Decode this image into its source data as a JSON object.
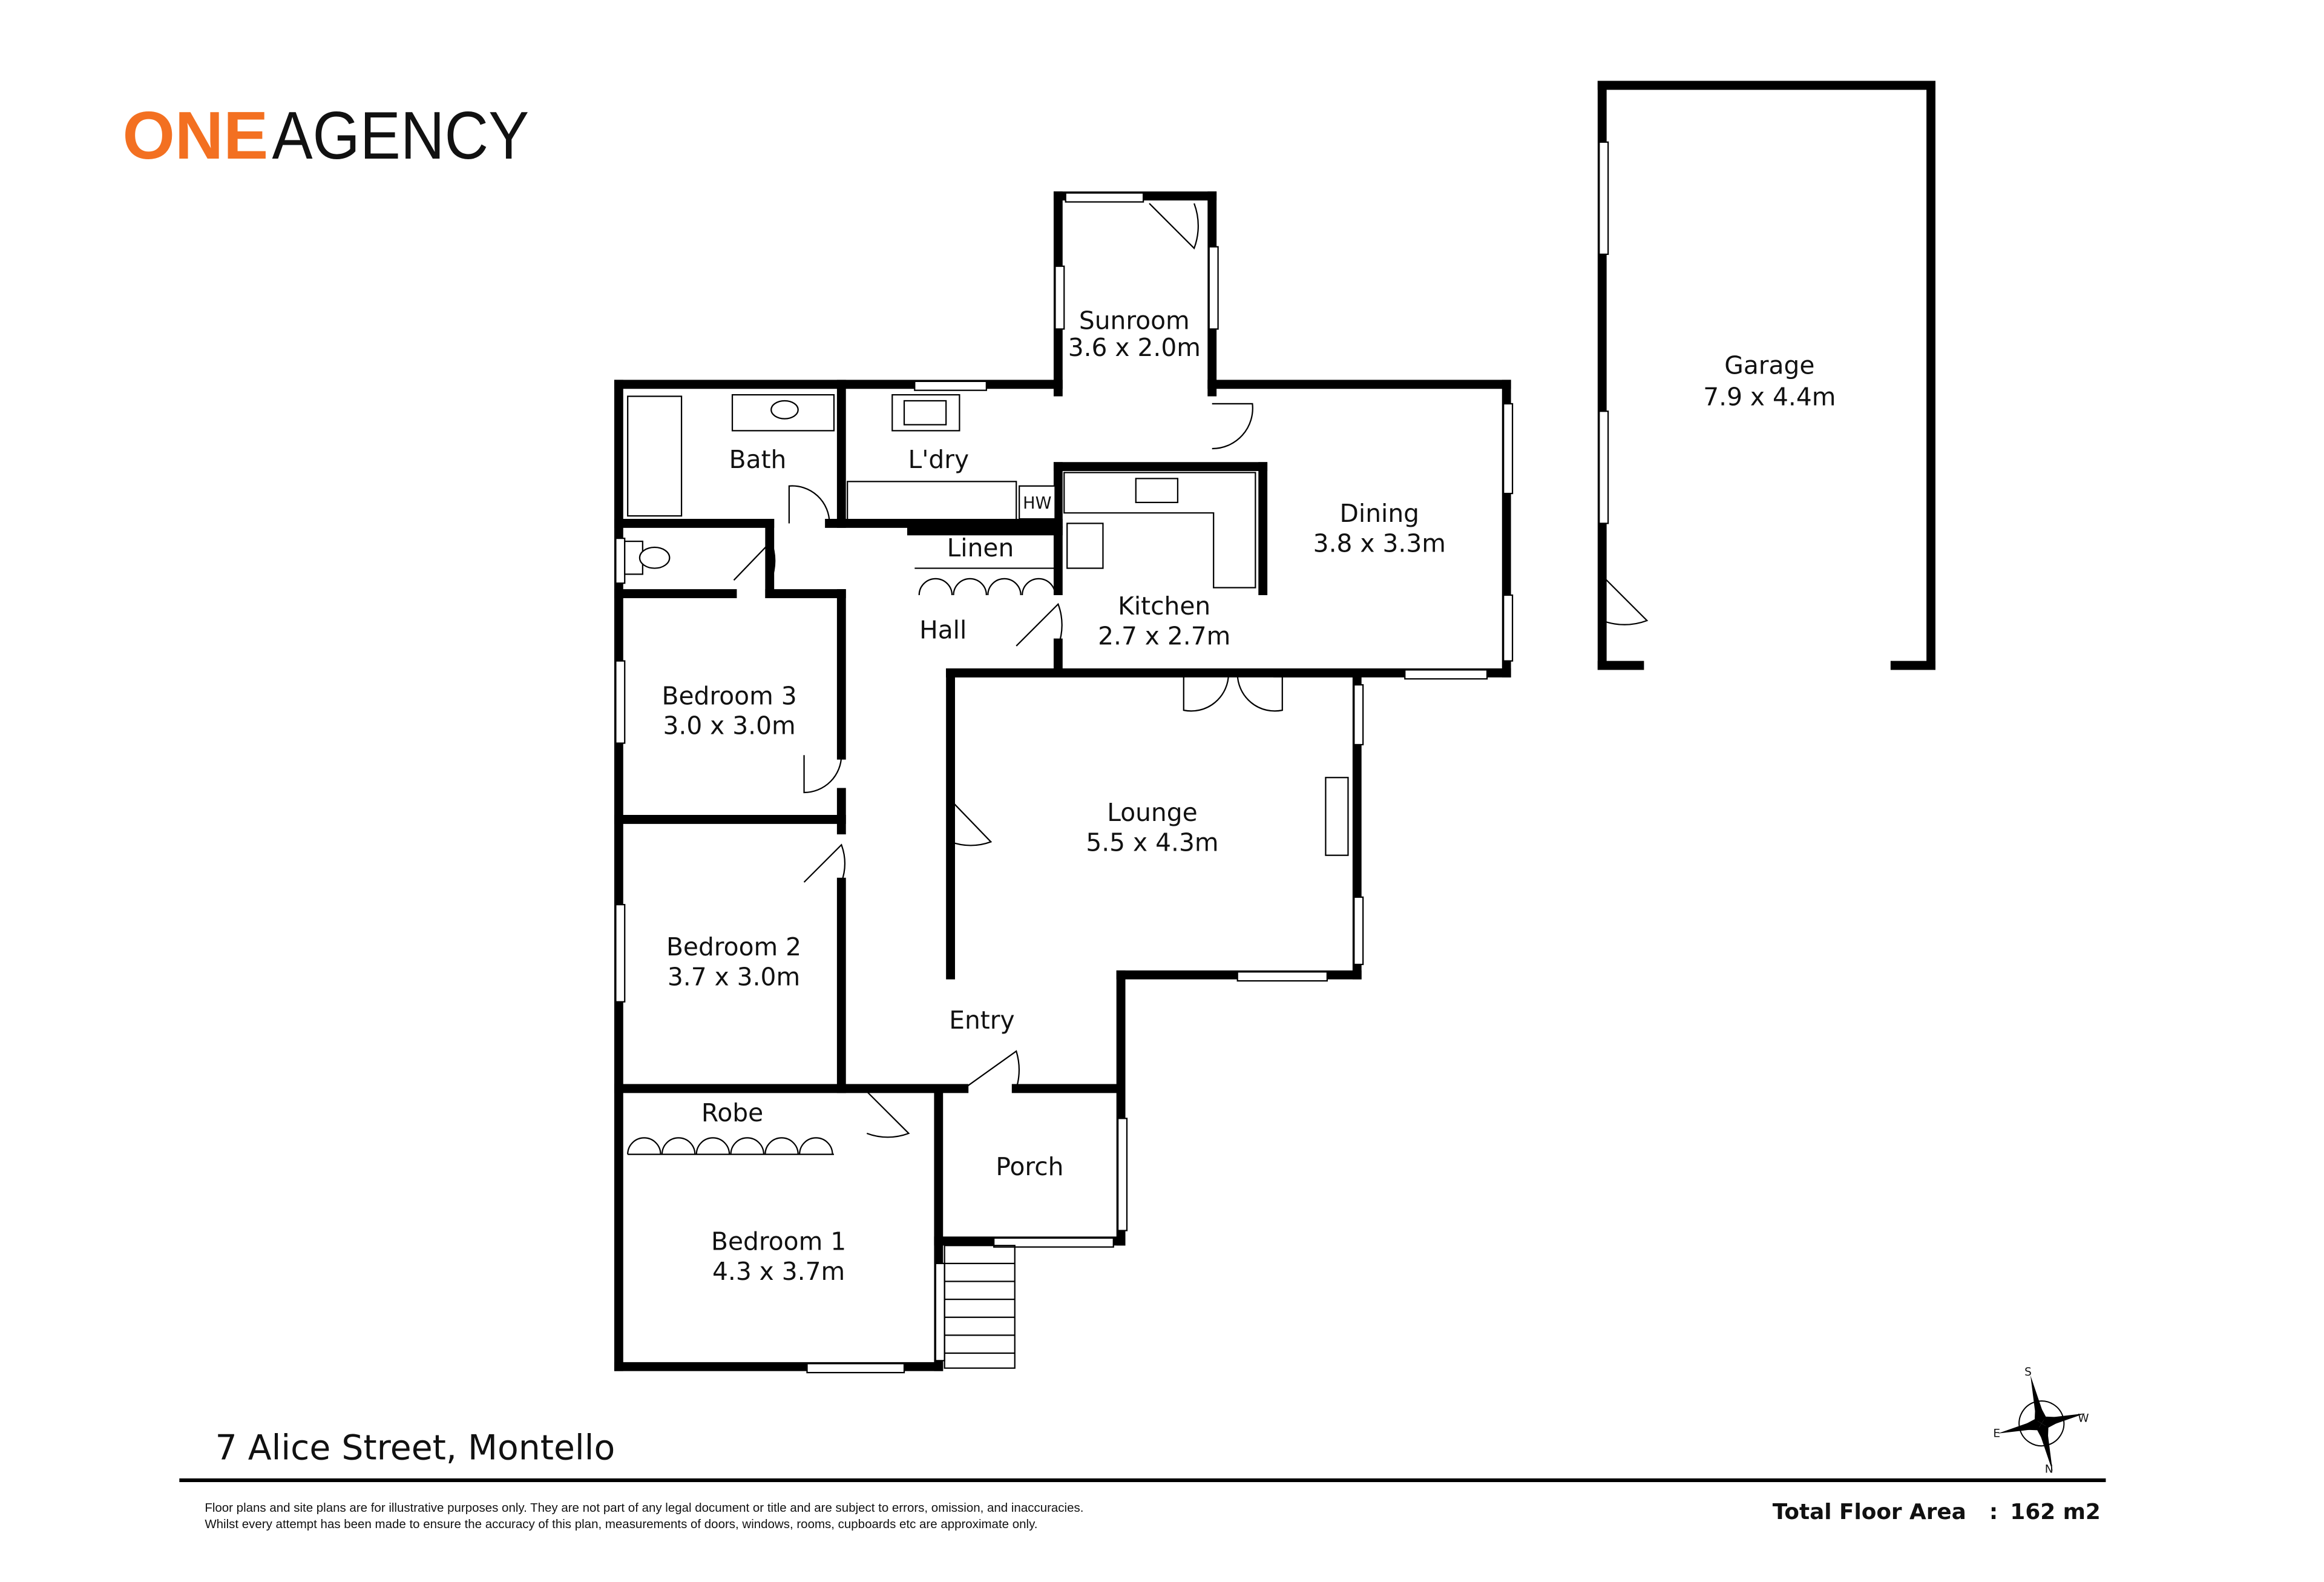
{
  "logo": {
    "part1": "ONE",
    "part2": "AGENCY",
    "accent_color": "#F37021",
    "text_color": "#111111"
  },
  "rooms": {
    "sunroom": {
      "name": "Sunroom",
      "dims": "3.6 x 2.0m"
    },
    "garage": {
      "name": "Garage",
      "dims": "7.9 x 4.4m"
    },
    "bath": {
      "name": "Bath"
    },
    "laundry": {
      "name": "L'dry"
    },
    "hw": {
      "name": "HW"
    },
    "dining": {
      "name": "Dining",
      "dims": "3.8 x 3.3m"
    },
    "linen": {
      "name": "Linen"
    },
    "kitchen": {
      "name": "Kitchen",
      "dims": "2.7 x 2.7m"
    },
    "hall": {
      "name": "Hall"
    },
    "bedroom3": {
      "name": "Bedroom 3",
      "dims": "3.0 x 3.0m"
    },
    "lounge": {
      "name": "Lounge",
      "dims": "5.5 x 4.3m"
    },
    "bedroom2": {
      "name": "Bedroom 2",
      "dims": "3.7 x 3.0m"
    },
    "entry": {
      "name": "Entry"
    },
    "robe": {
      "name": "Robe"
    },
    "porch": {
      "name": "Porch"
    },
    "bedroom1": {
      "name": "Bedroom 1",
      "dims": "4.3 x 3.7m"
    }
  },
  "compass": {
    "s": "S",
    "w": "W",
    "e": "E",
    "n": "N"
  },
  "footer": {
    "address": "7 Alice Street, Montello",
    "disclaimer_line1": "Floor plans and site plans are for illustrative purposes only. They are not part of any legal document or title and are subject to errors, omission, and inaccuracies.",
    "disclaimer_line2": "Whilst every attempt has been made to ensure the accuracy of this plan, measurements of doors, windows, rooms, cupboards etc are approximate only.",
    "total_label": "Total Floor Area",
    "separator": ":",
    "total_value": "162 m2"
  }
}
